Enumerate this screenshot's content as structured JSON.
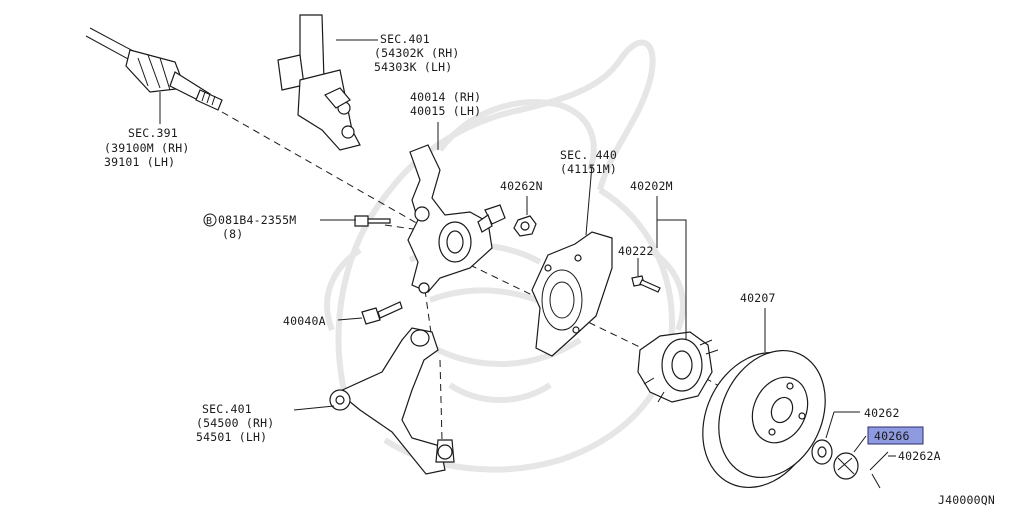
{
  "labels": {
    "sec391_title": "SEC.391",
    "sec391_rh": "(39100M (RH)",
    "sec391_lh": " 39101   (LH)",
    "sec401_top_title": "SEC.401",
    "sec401_top_rh": "(54302K (RH)",
    "sec401_top_lh": " 54303K (LH)",
    "knuckle_rh": "40014 (RH)",
    "knuckle_lh": "40015 (LH)",
    "sec440_title": "SEC. 440",
    "sec440_part": "(41151M)",
    "nut_40262n": "40262N",
    "hub_assy": "40202M",
    "bolt_code": "081B4-2355M",
    "bolt_code_b": "B",
    "bolt_qty": "(8)",
    "stud_40222": "40222",
    "bolt_40040a": "40040A",
    "rotor_40207": "40207",
    "sec401_bot_title": "SEC.401",
    "sec401_bot_rh": "(54500 (RH)",
    "sec401_bot_lh": " 54501 (LH)",
    "nut_40262": "40262",
    "cap_40266": "40266",
    "pin_40262a": "40262A",
    "diagram_code": "J40000QN"
  },
  "colors": {
    "line": "#1a1a1a",
    "highlight": "#8f9be0",
    "watermark": "#e6e6e6"
  }
}
